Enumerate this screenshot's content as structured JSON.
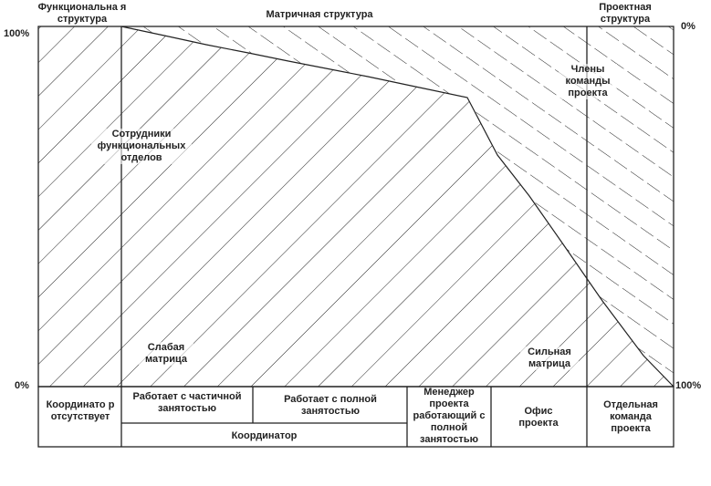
{
  "headers": {
    "functional": "Функциональна я структура",
    "matrix": "Матричная структура",
    "project": "Проектная структура"
  },
  "axis": {
    "left_top": "100%",
    "left_bottom": "0%",
    "right_top": "0%",
    "right_bottom": "100%"
  },
  "regions": {
    "functional_staff": "Сотрудники функциональных отделов",
    "team_members": "Члены команды проекта",
    "weak_matrix": "Слабая матрица",
    "strong_matrix": "Сильная матрица"
  },
  "table": {
    "no_coordinator": "Координато р отсутствует",
    "part_time": "Работает с частичной занятостью",
    "full_time": "Работает с полной занятостью",
    "coordinator": "Координатор",
    "full_time_manager": "Менеджер проекта работающий с полной занятостью",
    "project_office": "Офис проекта",
    "separate_team": "Отдельная команда проекта"
  }
}
